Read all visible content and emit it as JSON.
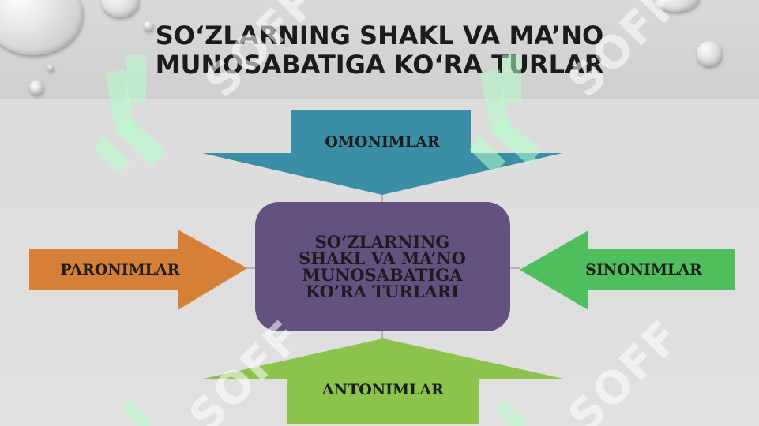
{
  "slide": {
    "title_line1": "SO‘ZLARNING SHAKL VA MA’NO",
    "title_line2": "MUNOSABATIGA KO‘RA TURLAR"
  },
  "diagram": {
    "center": {
      "lines": [
        "SO’ZLARNING",
        "SHAKL VA MA’NO",
        "MUNOSABATIGA",
        "KO’RA TURLARI"
      ]
    },
    "top": "OMONIMLAR",
    "left": "PARONIMLAR",
    "right": "SINONIMLAR",
    "bottom": "ANTONIMLAR"
  },
  "colors": {
    "top_arrow": "#3a8ea6",
    "left_arrow": "#d67f36",
    "right_arrow": "#4fbf5d",
    "bottom_arrow": "#8cc34d",
    "center_box": "#65517f"
  },
  "watermark": {
    "text": "SOFF",
    "icon": "logo-mark-icon"
  }
}
